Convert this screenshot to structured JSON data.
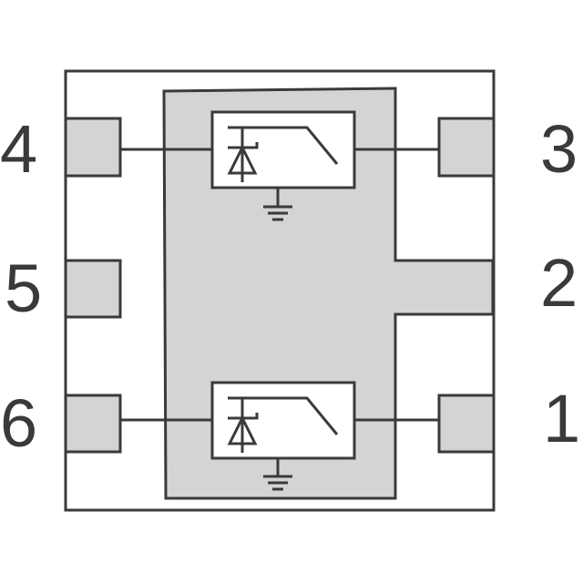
{
  "pins": {
    "pin4": "4",
    "pin5": "5",
    "pin6": "6",
    "pin3": "3",
    "pin2": "2",
    "pin1": "1"
  },
  "colors": {
    "outline": "#3a3a3a",
    "fill": "#d4d4d4",
    "background": "#ffffff"
  },
  "icons": {
    "protection_cell": "tvs-diode-switch-icon",
    "ground": "ground-icon"
  }
}
